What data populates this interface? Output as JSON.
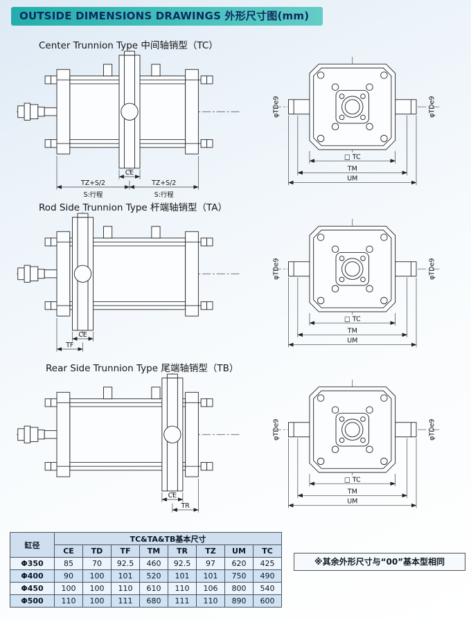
{
  "header": {
    "title": "OUTSIDE DIMENSIONS DRAWINGS 外形尺寸图(mm)"
  },
  "sections": {
    "tc": {
      "title": "Center Trunnion Type 中间轴销型（TC）"
    },
    "ta": {
      "title": "Rod Side Trunnion Type 杆端轴销型（TA）"
    },
    "tb": {
      "title": "Rear Side Trunnion Type 尾端轴销型（TB）"
    }
  },
  "labels": {
    "ce": "CE",
    "tz_s2": "TZ+S/2",
    "stroke": "S:行程",
    "tf": "TF",
    "tr": "TR",
    "td_pin": "φTDe9",
    "tc_square": "□ TC",
    "tm": "TM",
    "um": "UM"
  },
  "table": {
    "corner": "缸径",
    "group": "TC&TA&TB基本尺寸",
    "columns": [
      "CE",
      "TD",
      "TF",
      "TM",
      "TR",
      "TZ",
      "UM",
      "TC"
    ],
    "rows": [
      {
        "bore": "Φ350",
        "values": [
          "85",
          "70",
          "92.5",
          "460",
          "92.5",
          "97",
          "620",
          "425"
        ]
      },
      {
        "bore": "Φ400",
        "values": [
          "90",
          "100",
          "101",
          "520",
          "101",
          "101",
          "750",
          "490"
        ]
      },
      {
        "bore": "Φ450",
        "values": [
          "100",
          "100",
          "110",
          "610",
          "110",
          "106",
          "800",
          "540"
        ]
      },
      {
        "bore": "Φ500",
        "values": [
          "110",
          "100",
          "111",
          "680",
          "111",
          "110",
          "890",
          "600"
        ]
      }
    ]
  },
  "note": {
    "text": "※其余外形尺寸与“00”基本型相同"
  }
}
